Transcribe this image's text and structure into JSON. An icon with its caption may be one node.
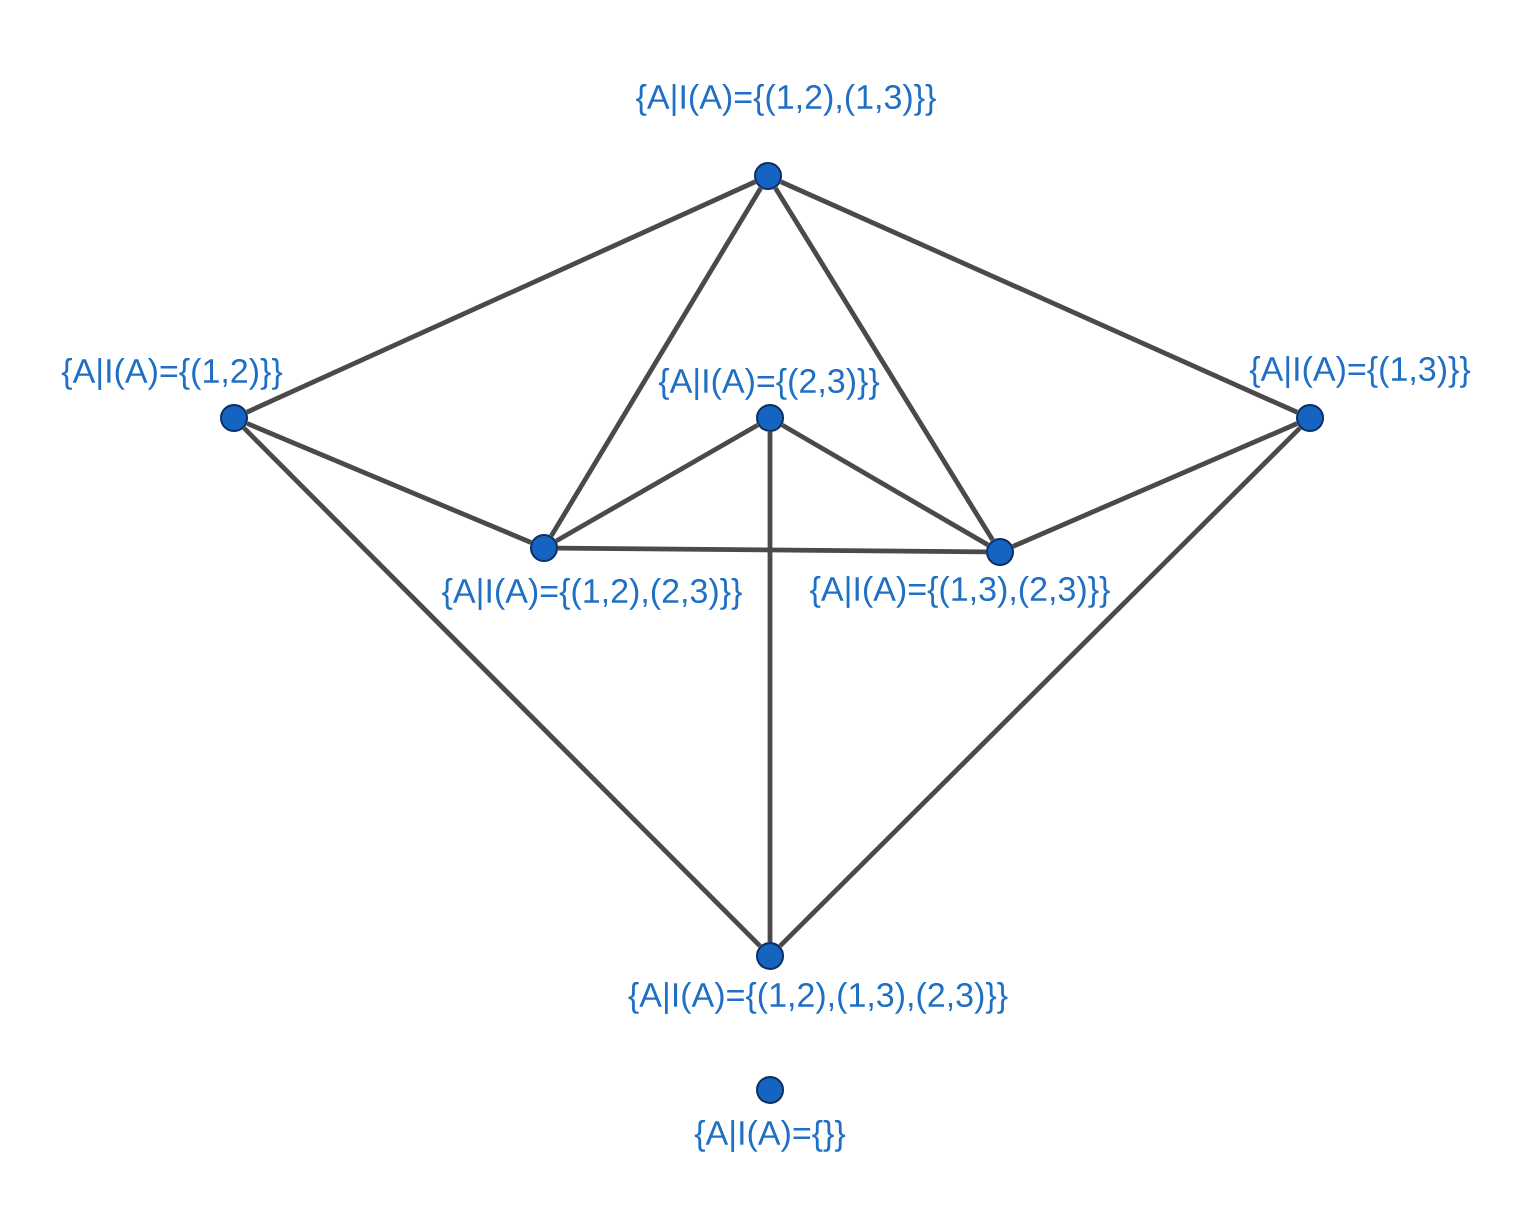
{
  "diagram": {
    "nodes": [
      {
        "text": [],
        "shape": "circle",
        "beside": [
          "{A|I(A)={(1,2),(1,3)}}"
        ]
      },
      {
        "text": [],
        "shape": "circle",
        "beside": [
          "{A|I(A)={(1,2)}}"
        ]
      },
      {
        "text": [],
        "shape": "circle",
        "beside": [
          "{A|I(A)={(2,3)}}"
        ]
      },
      {
        "text": [],
        "shape": "circle",
        "beside": [
          "{A|I(A)={(1,3)}}"
        ]
      },
      {
        "text": [],
        "shape": "circle",
        "beside": [
          "{A|I(A)={(1,2),(2,3)}}"
        ]
      },
      {
        "text": [],
        "shape": "circle",
        "beside": [
          "{A|I(A)={(1,3),(2,3)}}"
        ]
      },
      {
        "text": [],
        "shape": "circle",
        "beside": [
          "{A|I(A)={(1,2),(1,3),(2,3)}}"
        ]
      },
      {
        "text": [],
        "shape": "circle",
        "beside": [
          "{A|I(A)={}}"
        ]
      }
    ],
    "edges": [
      {
        "from": 0,
        "to": 1,
        "arrow": "none"
      },
      {
        "from": 0,
        "to": 4,
        "arrow": "none"
      },
      {
        "from": 0,
        "to": 5,
        "arrow": "none"
      },
      {
        "from": 0,
        "to": 3,
        "arrow": "none"
      },
      {
        "from": 1,
        "to": 4,
        "arrow": "none"
      },
      {
        "from": 1,
        "to": 6,
        "arrow": "none"
      },
      {
        "from": 2,
        "to": 4,
        "arrow": "none"
      },
      {
        "from": 2,
        "to": 5,
        "arrow": "none"
      },
      {
        "from": 2,
        "to": 6,
        "arrow": "none"
      },
      {
        "from": 3,
        "to": 5,
        "arrow": "none"
      },
      {
        "from": 3,
        "to": 6,
        "arrow": "none"
      },
      {
        "from": 4,
        "to": 5,
        "arrow": "none"
      }
    ]
  }
}
